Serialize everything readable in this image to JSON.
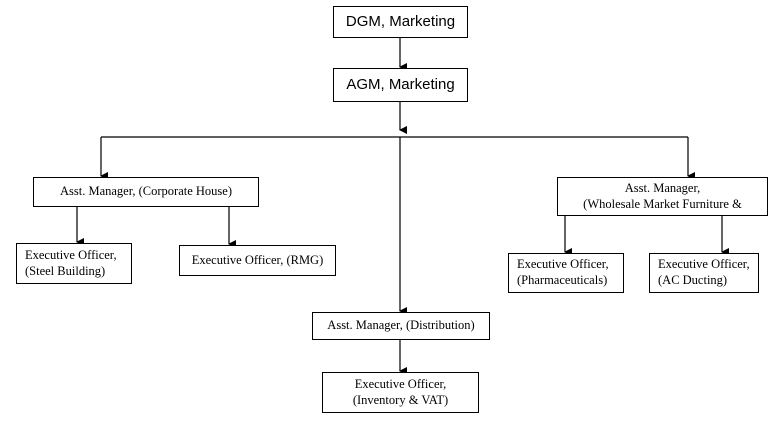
{
  "nodes": {
    "dgm": {
      "line1": "DGM, Marketing"
    },
    "agm": {
      "line1": "AGM, Marketing"
    },
    "corporate": {
      "line1": "Asst. Manager, (Corporate House)"
    },
    "steel": {
      "line1": "Executive Officer,",
      "line2": "(Steel Building)"
    },
    "rmg": {
      "line1": "Executive Officer, (RMG)"
    },
    "wholesale": {
      "line1": "Asst. Manager,",
      "line2": "(Wholesale Market Furniture &"
    },
    "pharma": {
      "line1": "Executive Officer,",
      "line2": "(Pharmaceuticals)"
    },
    "ac": {
      "line1": "Executive Officer,",
      "line2": "(AC Ducting)"
    },
    "distribution": {
      "line1": "Asst. Manager, (Distribution)"
    },
    "inventory": {
      "line1": "Executive Officer,",
      "line2": "(Inventory & VAT)"
    }
  }
}
